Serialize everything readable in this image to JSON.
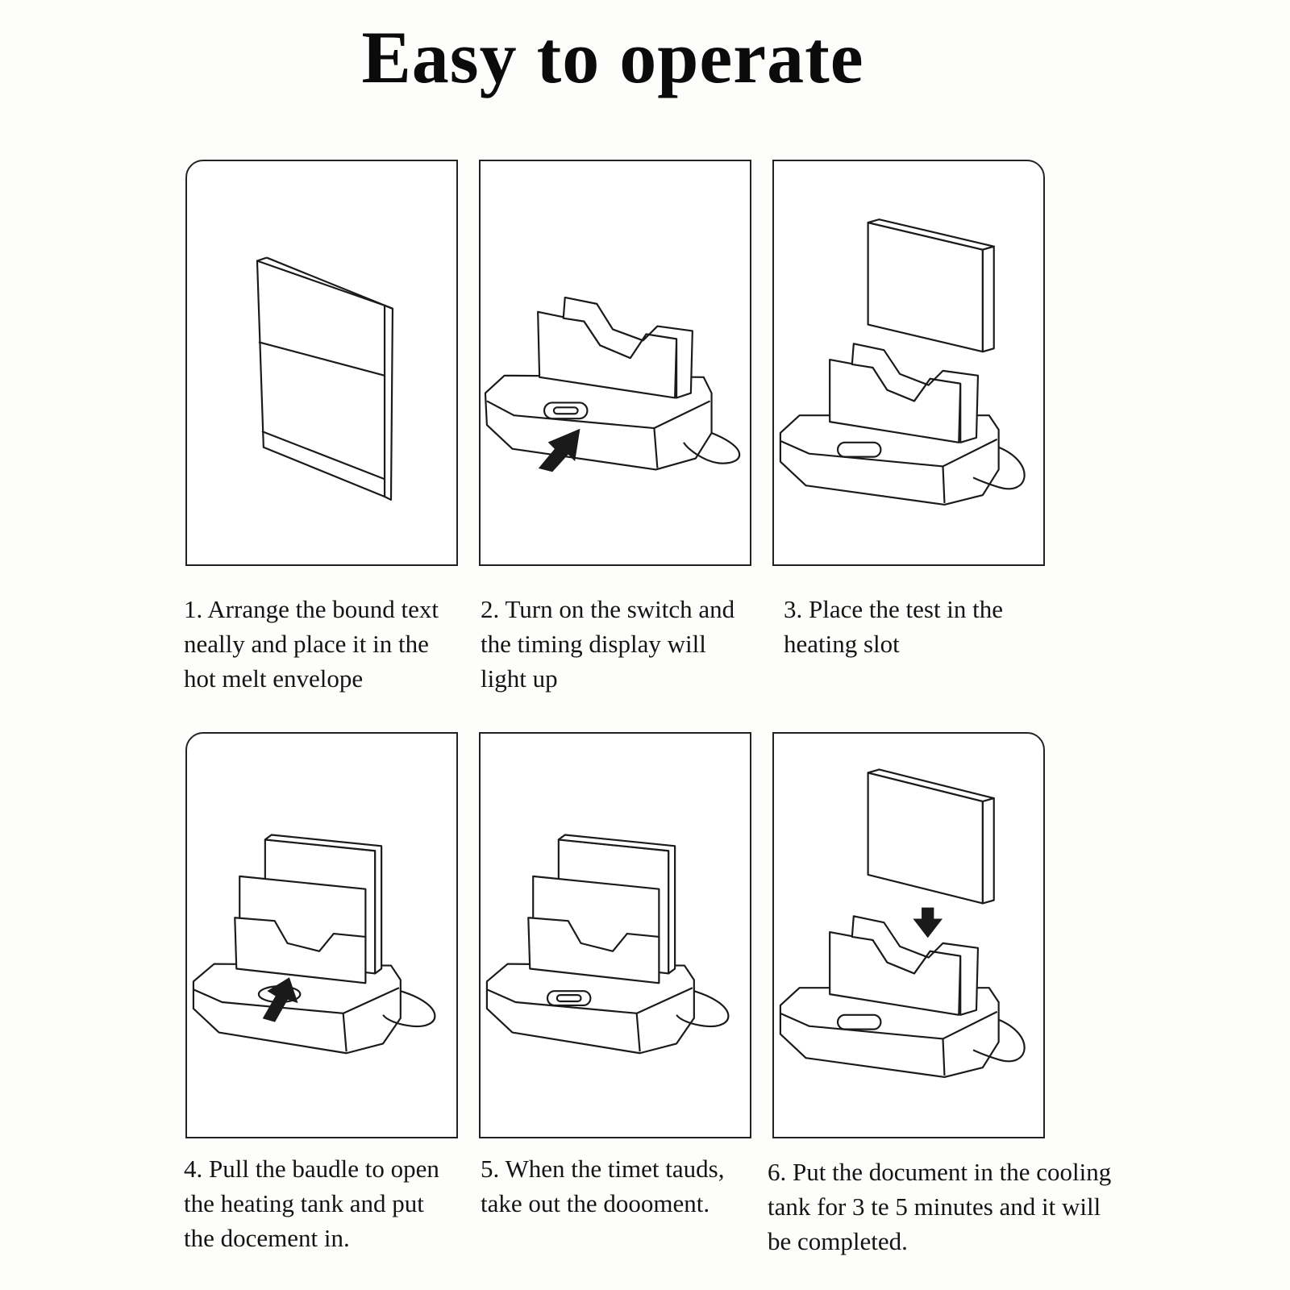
{
  "title": "Easy to operate",
  "steps": [
    {
      "number": 1,
      "caption": "1. Arrange the bound text\nneally and place it in the\nhot melt envelope"
    },
    {
      "number": 2,
      "caption": "2. Turn on the switch and\nthe timing display will\nlight up"
    },
    {
      "number": 3,
      "caption": "3. Place the test in the\nheating slot"
    },
    {
      "number": 4,
      "caption": "4. Pull the baudle to open\nthe heating tank and put\nthe docement in."
    },
    {
      "number": 5,
      "caption": "5. When the timet tauds,\ntake out the doooment."
    },
    {
      "number": 6,
      "caption": "6. Put the document in the cooling\ntank for 3 te 5 minutes and it will\nbe completed."
    }
  ],
  "icons": {
    "step1": "envelope-icon",
    "step2": "binding-machine-icon",
    "step3": "binding-machine-icon",
    "step4": "binding-machine-icon",
    "step5": "binding-machine-icon",
    "step6": "binding-machine-icon"
  }
}
